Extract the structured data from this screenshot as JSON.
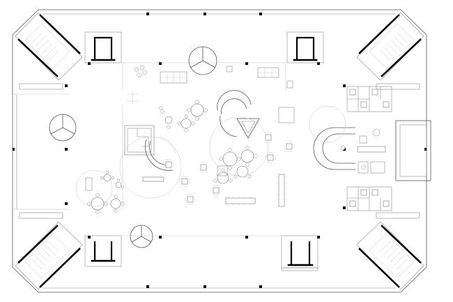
{
  "drawing": {
    "type": "architectural-floor-plan",
    "view": "top-down",
    "text": []
  },
  "plan": {
    "stair_cores": 4,
    "elevator_cores": 4,
    "round_tables": 14,
    "long_tables": 3,
    "colors": {
      "line": "#000000",
      "secondary": "#8a8a8a",
      "background": "#ffffff"
    }
  }
}
